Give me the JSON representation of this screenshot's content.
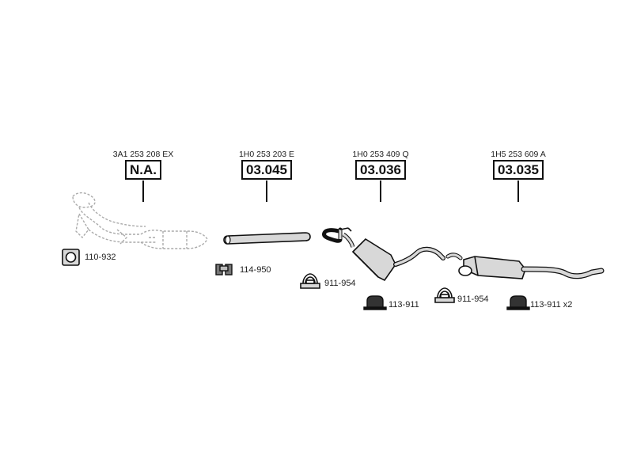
{
  "groups": [
    {
      "oe_number": "3A1 253 208 EX",
      "part_number": "N.A."
    },
    {
      "oe_number": "1H0 253 203 E",
      "part_number": "03.045"
    },
    {
      "oe_number": "1H0 253 409 Q",
      "part_number": "03.036"
    },
    {
      "oe_number": "1H5 253 609 A",
      "part_number": "03.035"
    }
  ],
  "accessories": [
    {
      "code": "110-932",
      "icon": "gasket-icon"
    },
    {
      "code": "114-950",
      "icon": "rubber-mount-icon"
    },
    {
      "code": "911-954",
      "icon": "clamp-icon"
    },
    {
      "code": "113-911",
      "icon": "hanger-icon"
    },
    {
      "code": "911-954",
      "icon": "clamp-icon"
    },
    {
      "code": "113-911 x2",
      "icon": "hanger-icon"
    }
  ],
  "colors": {
    "line": "#111111",
    "faded": "#aaaaaa",
    "part_fill": "#d8d8d8"
  }
}
